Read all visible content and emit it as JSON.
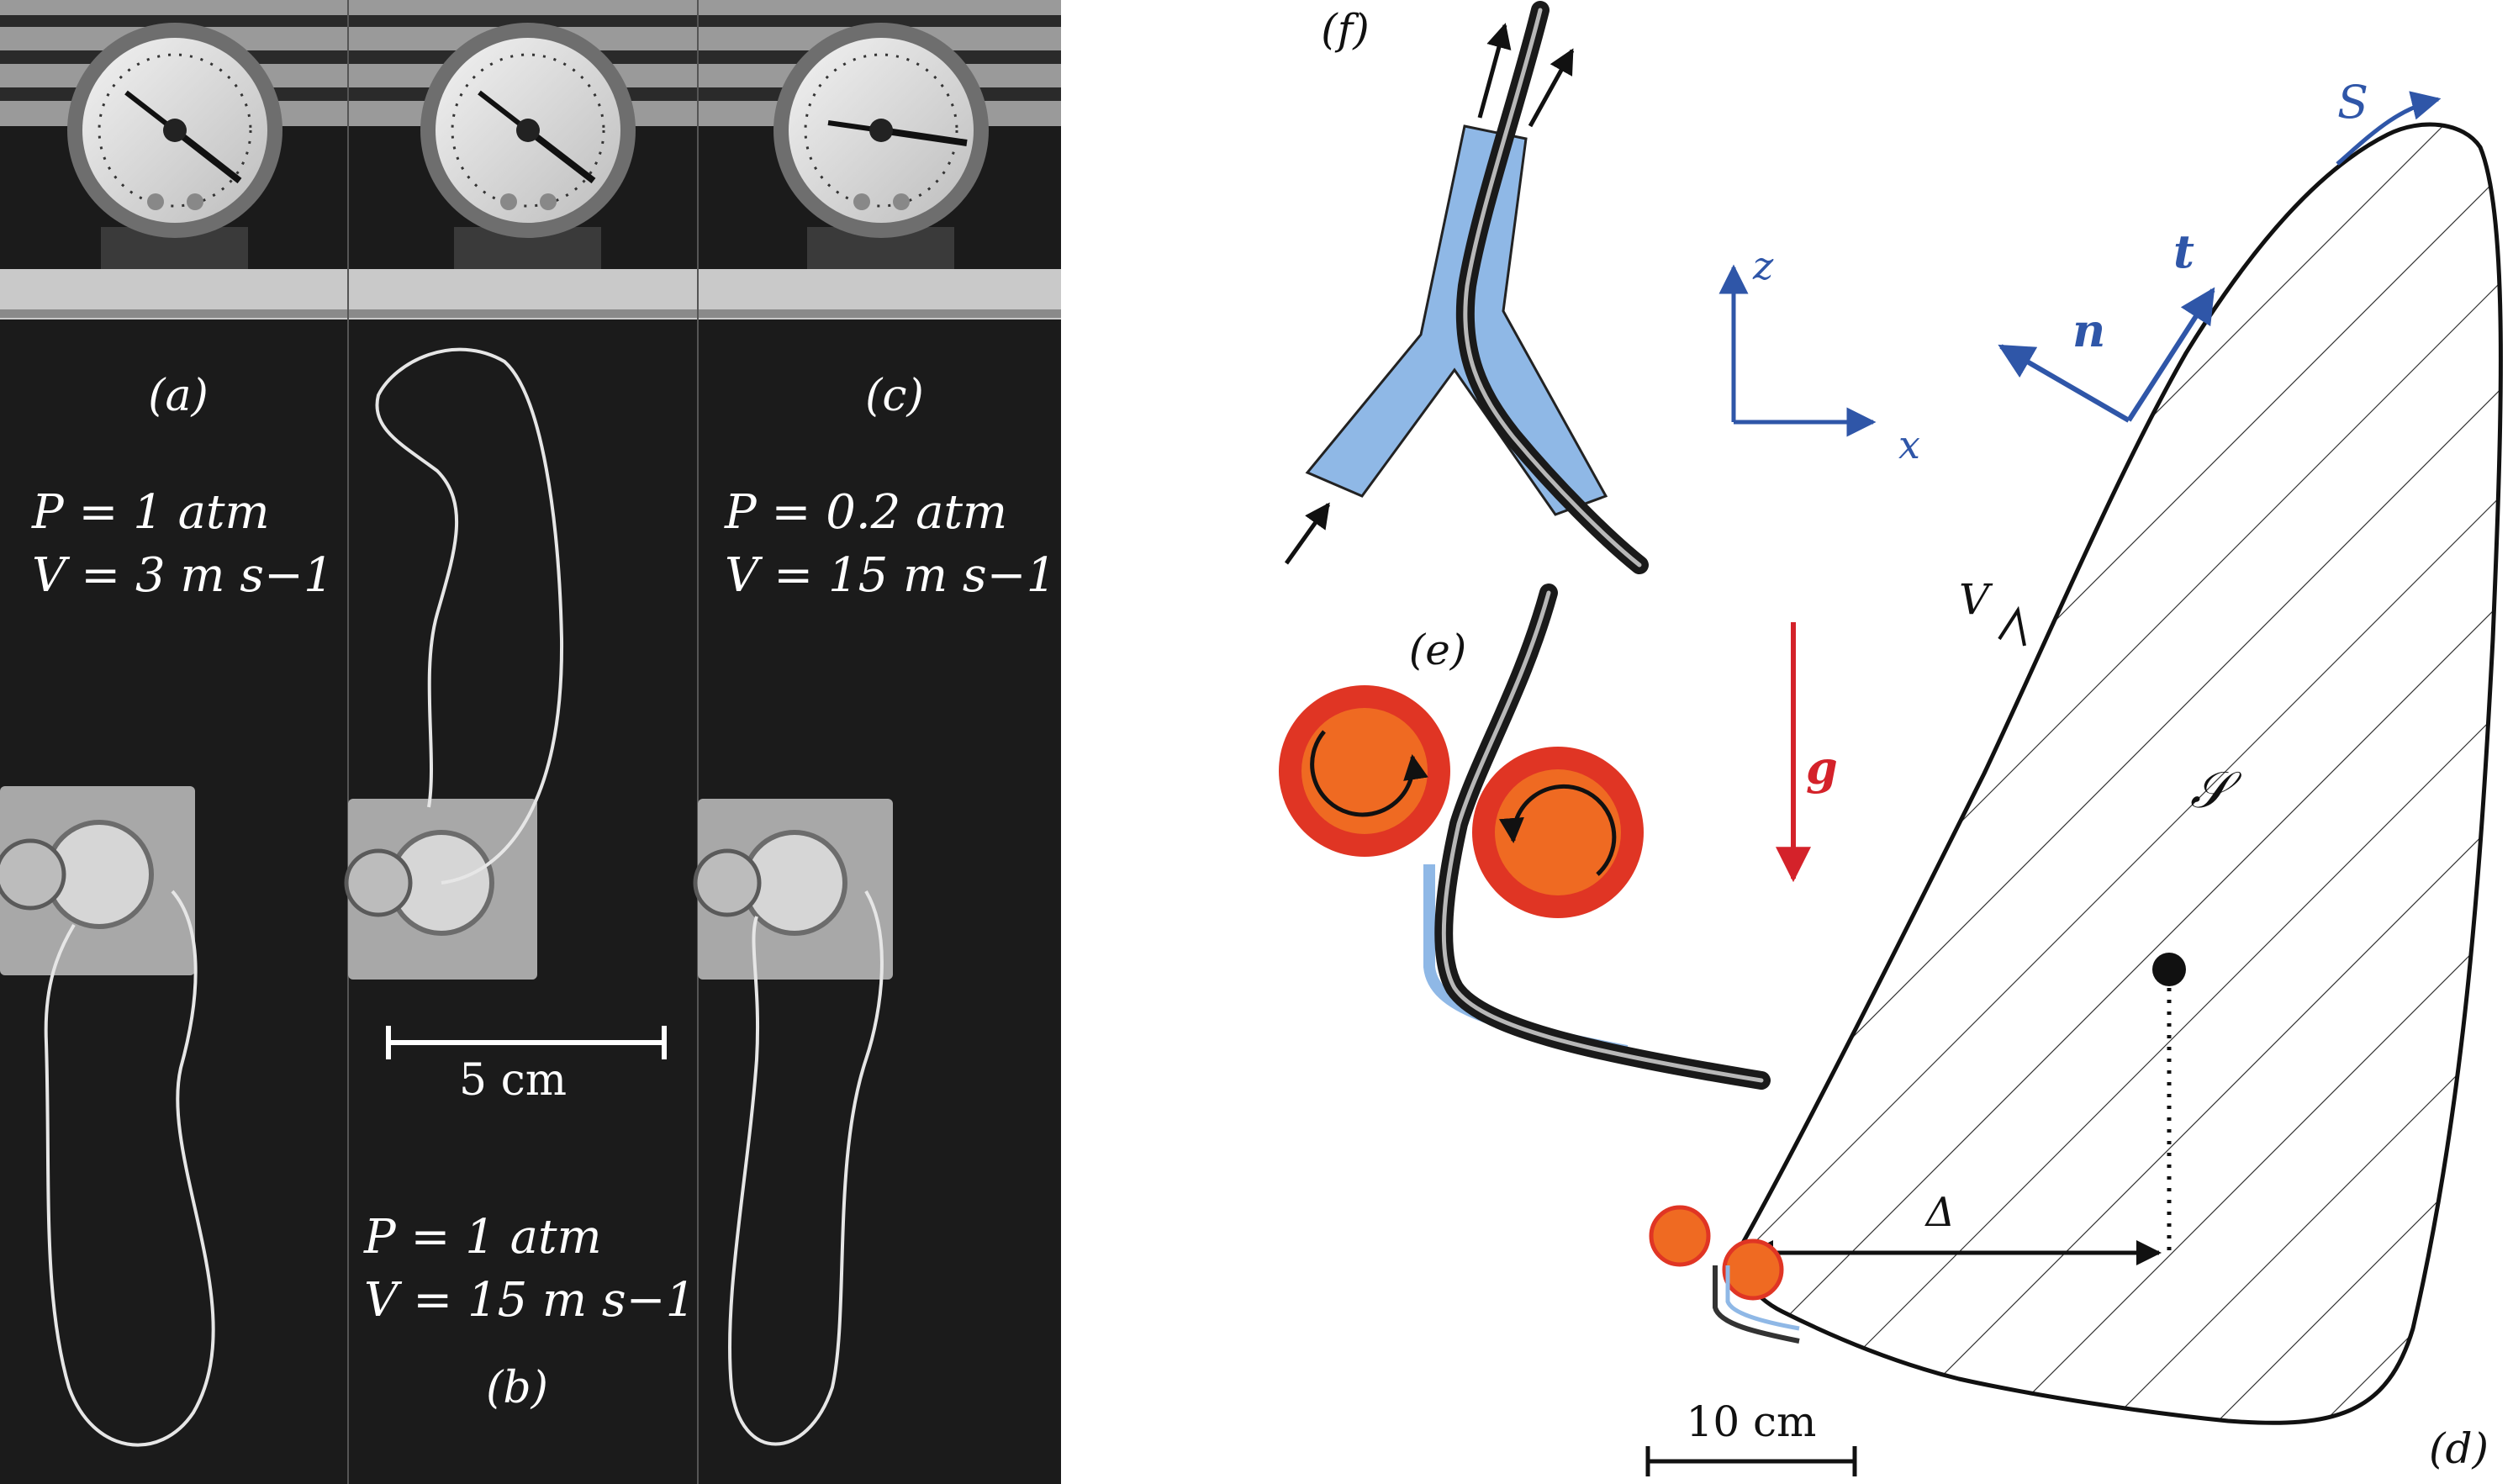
{
  "photos": {
    "panel_a": {
      "label": "(a)",
      "pressure": "P = 1 atm",
      "velocity": "V = 3 m s−1"
    },
    "panel_b": {
      "label": "(b)",
      "pressure": "P = 1 atm",
      "velocity": "V = 15 m s−1",
      "scale_bar": "5 cm"
    },
    "panel_c": {
      "label": "(c)",
      "pressure": "P = 0.2 atm",
      "velocity": "V = 15 m s−1"
    }
  },
  "schematic": {
    "panel_d": "(d)",
    "panel_e": "(e)",
    "panel_f": "(f)",
    "arc_length": "S",
    "tangent": "t",
    "normal": "n",
    "axis_z": "z",
    "axis_x": "x",
    "velocity": "V",
    "gravity": "g",
    "area": "𝒮",
    "offset": "Δ",
    "scale_bar": "10 cm"
  },
  "colors": {
    "photo_bg": "#1b1b1b",
    "accent_blue": "#2f56a8",
    "gravity_red": "#d4222a",
    "wheel_orange": "#ef6a22",
    "wheel_rim": "#e03524",
    "nozzle_fill": "#8fb8e6"
  }
}
